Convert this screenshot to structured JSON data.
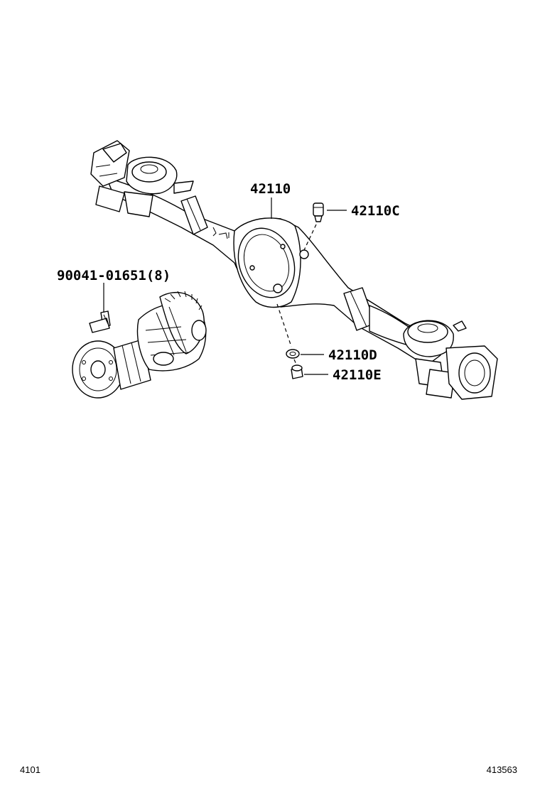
{
  "callouts": {
    "housing": "42110",
    "breather_plug": "42110C",
    "gasket": "42110D",
    "drain_plug": "42110E",
    "carrier_bolt": "90041-01651(8)"
  },
  "footer": {
    "left_code": "4101",
    "right_code": "413563"
  }
}
